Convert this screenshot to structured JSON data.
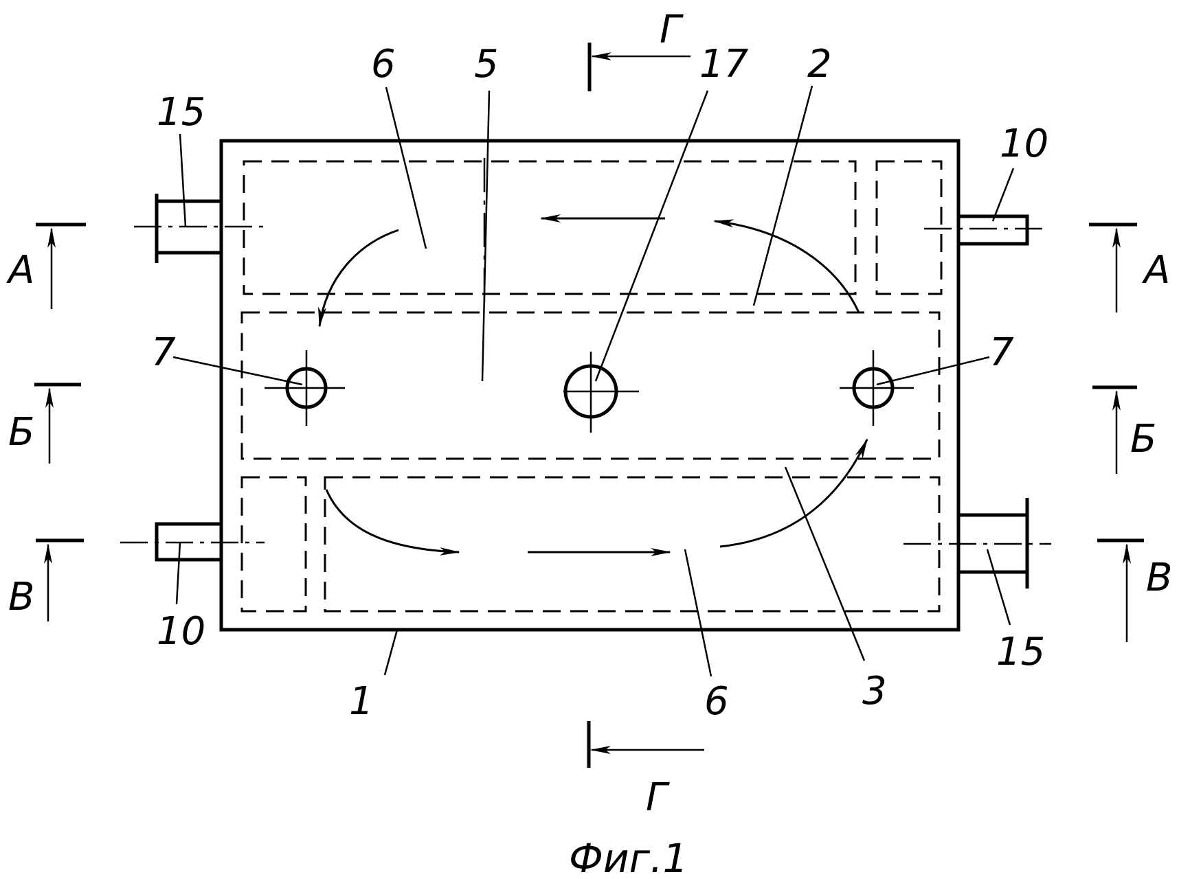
{
  "labels": {
    "housing": "1",
    "partition_upper": "2",
    "partition_lower": "3",
    "central_chamber": "5",
    "upper_chamber": "6",
    "lower_chamber": "6",
    "opening_left": "7",
    "opening_right": "7",
    "outlet_upper_right": "10",
    "outlet_lower_left": "10",
    "inlet_upper_left": "15",
    "inlet_lower_right": "15",
    "central_opening": "17"
  },
  "sections": {
    "a_left": "А",
    "a_right": "А",
    "b_left": "Б",
    "b_right": "Б",
    "v_left": "В",
    "v_right": "В",
    "g_top": "Г",
    "g_bottom": "Г"
  },
  "caption": "Фиг.1"
}
